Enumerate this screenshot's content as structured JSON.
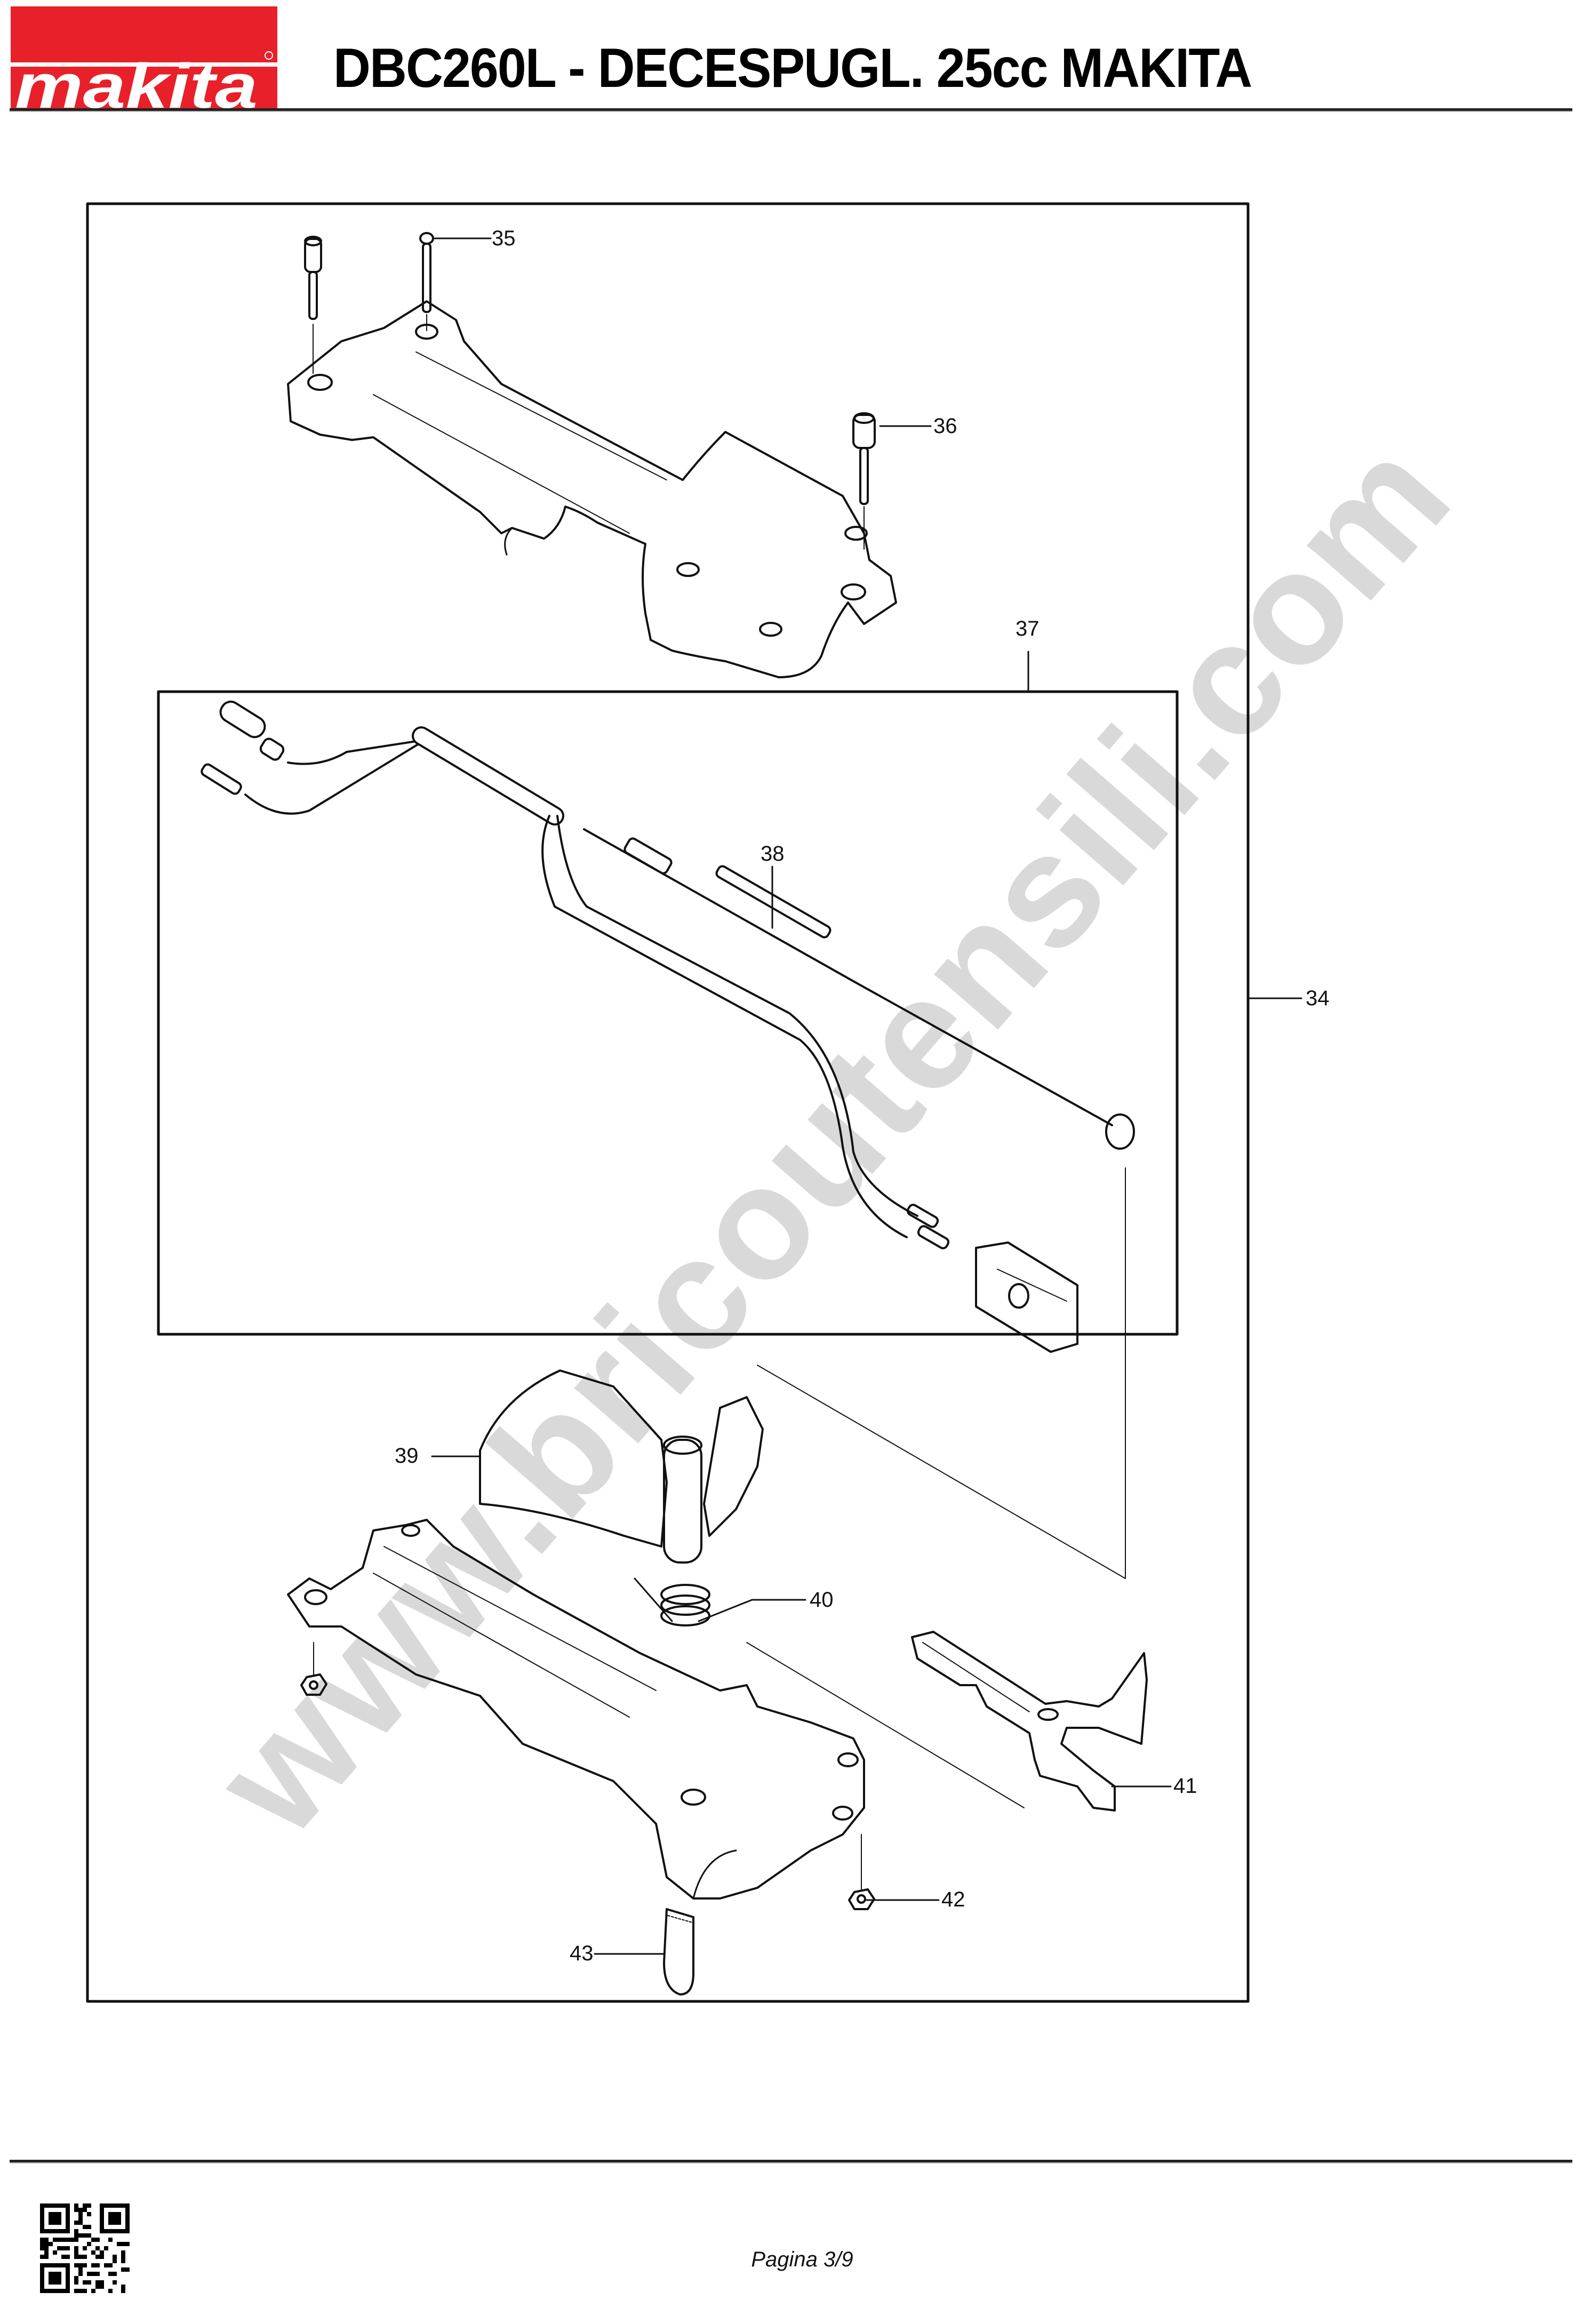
{
  "header": {
    "brand": "makita",
    "brand_color": "#E8202A",
    "title": "DBC260L - DECESPUGL. 25cc MAKITA"
  },
  "diagram": {
    "watermark": "www.bricoutensili.com",
    "assembly_label": "34",
    "subassembly_label": "37",
    "callouts": [
      {
        "id": "35",
        "part": "screw"
      },
      {
        "id": "36",
        "part": "socket-head-bolt"
      },
      {
        "id": "37",
        "part": "wiring-and-throttle-cable-assembly"
      },
      {
        "id": "38",
        "part": "throttle-cable"
      },
      {
        "id": "34",
        "part": "handle-assembly"
      },
      {
        "id": "39",
        "part": "grip-cover"
      },
      {
        "id": "40",
        "part": "torsion-spring"
      },
      {
        "id": "41",
        "part": "throttle-trigger"
      },
      {
        "id": "42",
        "part": "hex-nut"
      },
      {
        "id": "43",
        "part": "cap"
      }
    ]
  },
  "footer": {
    "page_label": "Pagina 3/9",
    "qr_icon": "qr-code-icon"
  }
}
